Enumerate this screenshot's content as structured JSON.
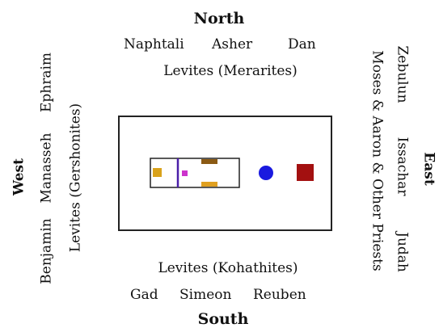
{
  "north": {
    "label": "North",
    "tribes": [
      "Naphtali",
      "Asher",
      "Dan"
    ],
    "levites": "Levites (Merarites)"
  },
  "south": {
    "label": "South",
    "tribes": [
      "Gad",
      "Simeon",
      "Reuben"
    ],
    "levites": "Levites (Kohathites)"
  },
  "west": {
    "label": "West",
    "tribes": [
      "Benjamin",
      "Manasseh",
      "Ephraim"
    ],
    "levites": "Levites (Gershonites)"
  },
  "east": {
    "label": "East",
    "tribes": [
      "Zebulun",
      "Issachar",
      "Judah"
    ],
    "priests": "Moses & Aaron & Other Priests"
  },
  "colors": {
    "courtyard_border": "#222222",
    "tabernacle_border": "#222222",
    "veil": "#4b1fa8",
    "ark": "#d9a21b",
    "incense_altar": "#cc33cc",
    "table": "#8b5a14",
    "menorah": "#e0a020",
    "laver": "#1a1adf",
    "bronze_altar": "#a31010"
  }
}
